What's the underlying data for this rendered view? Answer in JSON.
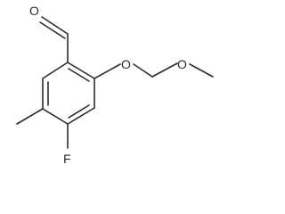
{
  "molecule": {
    "atoms": {
      "carbonyl_oxygen": "O",
      "ether_oxygen_1": "O",
      "ether_oxygen_2": "O",
      "fluorine": "F"
    }
  }
}
